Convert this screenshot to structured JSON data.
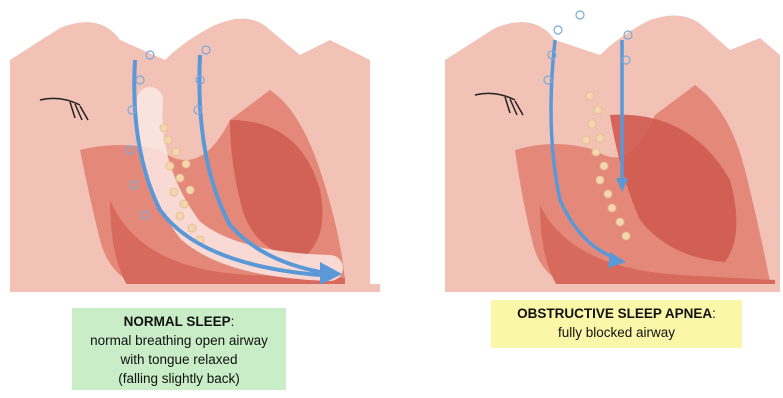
{
  "panels": [
    {
      "id": "normal",
      "caption_title": "NORMAL SLEEP",
      "caption_title_suffix": ":",
      "caption_lines": [
        "normal breathing open airway",
        "with tongue relaxed",
        "(falling slightly back)"
      ],
      "caption_bg": "#c9edc6"
    },
    {
      "id": "osa",
      "caption_title": "OBSTRUCTIVE SLEEP APNEA",
      "caption_title_suffix": ":",
      "caption_lines": [
        "fully blocked airway"
      ],
      "caption_bg": "#fbf7a8"
    }
  ],
  "colors": {
    "skin": "#f2c2b6",
    "tissue": "#e4897a",
    "tongue": "#cf5b50",
    "airflow": "#5a98d8",
    "bubbles": "#f3d7b0"
  }
}
